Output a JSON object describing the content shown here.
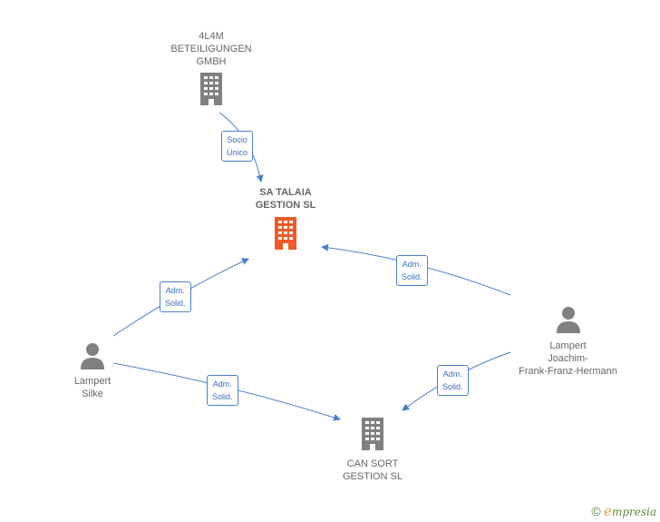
{
  "nodes": {
    "beteiligungen": {
      "label": "4L4M\nBETEILIGUNGEN\nGMBH",
      "icon": "building-icon",
      "color": "#808080"
    },
    "talaia": {
      "label": "SA TALAIA\nGESTION  SL",
      "icon": "building-icon",
      "color": "#f05a28"
    },
    "silke": {
      "label": "Lampert\nSilke",
      "icon": "person-icon",
      "color": "#808080"
    },
    "joachim": {
      "label": "Lampert\nJoachim-\nFrank-Franz-Hermann",
      "icon": "person-icon",
      "color": "#808080"
    },
    "cansort": {
      "label": "CAN SORT\nGESTION  SL",
      "icon": "building-icon",
      "color": "#808080"
    }
  },
  "edges": [
    {
      "from": "beteiligungen",
      "to": "talaia",
      "label": "Socio\nÚnico"
    },
    {
      "from": "silke",
      "to": "talaia",
      "label": "Adm.\nSolid."
    },
    {
      "from": "joachim",
      "to": "talaia",
      "label": "Adm.\nSolid."
    },
    {
      "from": "silke",
      "to": "cansort",
      "label": "Adm.\nSolid."
    },
    {
      "from": "joachim",
      "to": "cansort",
      "label": "Adm.\nSolid."
    }
  ],
  "colors": {
    "edge": "#4a7fd0"
  },
  "footer": {
    "copyright": "©",
    "brand_first": "e",
    "brand_rest": "mpresia"
  }
}
